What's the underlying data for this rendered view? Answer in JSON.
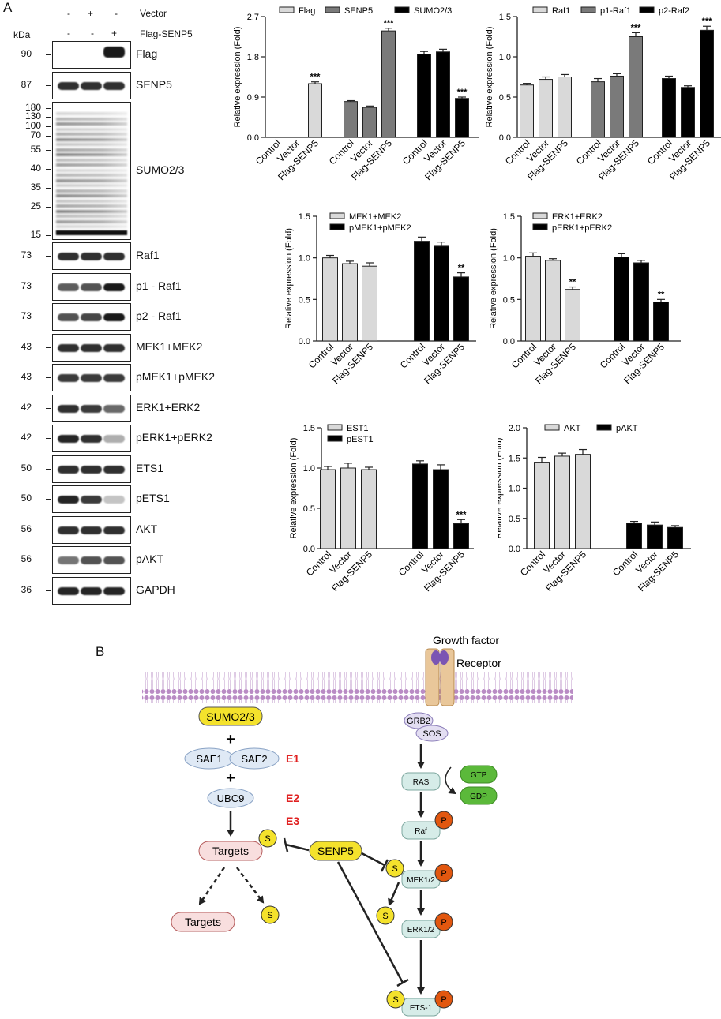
{
  "panel_labels": {
    "a": "A",
    "b": "B"
  },
  "blot": {
    "kda_label": "kDa",
    "rows": [
      {
        "label": "Vector",
        "marks": [
          "-",
          "+",
          "-"
        ]
      },
      {
        "label": "Flag-SENP5",
        "marks": [
          "-",
          "-",
          "+"
        ]
      }
    ],
    "sumo_markers": [
      "180",
      "130",
      "100",
      "70",
      "55",
      "40",
      "35",
      "25",
      "15"
    ],
    "proteins": [
      {
        "mw": "90",
        "name": "Flag"
      },
      {
        "mw": "87",
        "name": "SENP5"
      },
      {
        "mw": "",
        "name": "SUMO2/3"
      },
      {
        "mw": "73",
        "name": "Raf1"
      },
      {
        "mw": "73",
        "name": "p1 - Raf1"
      },
      {
        "mw": "73",
        "name": "p2 - Raf1"
      },
      {
        "mw": "43",
        "name": "MEK1+MEK2"
      },
      {
        "mw": "43",
        "name": "pMEK1+pMEK2"
      },
      {
        "mw": "42",
        "name": "ERK1+ERK2"
      },
      {
        "mw": "42",
        "name": "pERK1+pERK2"
      },
      {
        "mw": "50",
        "name": "ETS1"
      },
      {
        "mw": "50",
        "name": "pETS1"
      },
      {
        "mw": "56",
        "name": "AKT"
      },
      {
        "mw": "56",
        "name": "pAKT"
      },
      {
        "mw": "36",
        "name": "GAPDH"
      }
    ]
  },
  "chart_data": [
    {
      "type": "bar",
      "ylabel": "Relative expression (Fold)",
      "ylim": [
        0,
        2.7
      ],
      "yticks": [
        "0.0",
        "0.9",
        "1.8",
        "2.7"
      ],
      "categories": [
        "Control",
        "Vector",
        "Flag-SENP5"
      ],
      "series": [
        {
          "name": "Flag",
          "values": [
            0,
            0,
            1.2
          ],
          "errors": [
            0,
            0,
            0.04
          ],
          "sig": [
            "",
            "",
            "***"
          ],
          "color": "#d9d9d9"
        },
        {
          "name": "SENP5",
          "values": [
            0.8,
            0.67,
            2.38
          ],
          "errors": [
            0.02,
            0.03,
            0.06
          ],
          "sig": [
            "",
            "",
            "***"
          ],
          "color": "#7a7a7a"
        },
        {
          "name": "SUMO2/3",
          "values": [
            1.86,
            1.91,
            0.87
          ],
          "errors": [
            0.06,
            0.06,
            0.03
          ],
          "sig": [
            "",
            "",
            "***"
          ],
          "color": "#000000"
        }
      ]
    },
    {
      "type": "bar",
      "ylabel": "Relative expression (Fold)",
      "ylim": [
        0,
        1.5
      ],
      "yticks": [
        "0.0",
        "0.5",
        "1.0",
        "1.5"
      ],
      "categories": [
        "Control",
        "Vector",
        "Flag-SENP5"
      ],
      "series": [
        {
          "name": "Raf1",
          "values": [
            0.65,
            0.72,
            0.75
          ],
          "errors": [
            0.02,
            0.03,
            0.03
          ],
          "sig": [
            "",
            "",
            ""
          ],
          "color": "#d9d9d9"
        },
        {
          "name": "p1-Raf1",
          "values": [
            0.69,
            0.76,
            1.25
          ],
          "errors": [
            0.04,
            0.03,
            0.05
          ],
          "sig": [
            "",
            "",
            "***"
          ],
          "color": "#7a7a7a"
        },
        {
          "name": "p2-Raf2",
          "values": [
            0.73,
            0.62,
            1.33
          ],
          "errors": [
            0.03,
            0.02,
            0.05
          ],
          "sig": [
            "",
            "",
            "***"
          ],
          "color": "#000000"
        }
      ]
    },
    {
      "type": "bar",
      "ylabel": "Relative expression (Fold)",
      "ylim": [
        0,
        1.5
      ],
      "yticks": [
        "0.0",
        "0.5",
        "1.0",
        "1.5"
      ],
      "categories": [
        "Control",
        "Vector",
        "Flag-SENP5"
      ],
      "series": [
        {
          "name": "MEK1+MEK2",
          "values": [
            1.0,
            0.93,
            0.9
          ],
          "errors": [
            0.03,
            0.03,
            0.04
          ],
          "sig": [
            "",
            "",
            ""
          ],
          "color": "#d9d9d9"
        },
        {
          "name": "pMEK1+pMEK2",
          "values": [
            1.2,
            1.14,
            0.77
          ],
          "errors": [
            0.05,
            0.05,
            0.05
          ],
          "sig": [
            "",
            "",
            "**"
          ],
          "color": "#000000"
        }
      ]
    },
    {
      "type": "bar",
      "ylabel": "Relative expression (Fold)",
      "ylim": [
        0,
        1.5
      ],
      "yticks": [
        "0.0",
        "0.5",
        "1.0",
        "1.5"
      ],
      "categories": [
        "Control",
        "Vector",
        "Flag-SENP5"
      ],
      "series": [
        {
          "name": "ERK1+ERK2",
          "values": [
            1.02,
            0.97,
            0.62
          ],
          "errors": [
            0.04,
            0.02,
            0.03
          ],
          "sig": [
            "",
            "",
            "**"
          ],
          "color": "#d9d9d9"
        },
        {
          "name": "pERK1+pERK2",
          "values": [
            1.01,
            0.94,
            0.47
          ],
          "errors": [
            0.04,
            0.03,
            0.03
          ],
          "sig": [
            "",
            "",
            "**"
          ],
          "color": "#000000"
        }
      ]
    },
    {
      "type": "bar",
      "ylabel": "Relative expression (Fold)",
      "ylim": [
        0,
        1.5
      ],
      "yticks": [
        "0.0",
        "0.5",
        "1.0",
        "1.5"
      ],
      "categories": [
        "Control",
        "Vector",
        "Flag-SENP5"
      ],
      "series": [
        {
          "name": "EST1",
          "values": [
            0.98,
            1.0,
            0.98
          ],
          "errors": [
            0.04,
            0.06,
            0.03
          ],
          "sig": [
            "",
            "",
            ""
          ],
          "color": "#d9d9d9"
        },
        {
          "name": "pEST1",
          "values": [
            1.05,
            0.98,
            0.31
          ],
          "errors": [
            0.04,
            0.06,
            0.05
          ],
          "sig": [
            "",
            "",
            "***"
          ],
          "color": "#000000"
        }
      ]
    },
    {
      "type": "bar",
      "ylabel": "Relative expression (Fold)",
      "ylim": [
        0,
        2.0
      ],
      "yticks": [
        "0.0",
        "0.5",
        "1.0",
        "1.5",
        "2.0"
      ],
      "categories": [
        "Control",
        "Vector",
        "Flag-SENP5"
      ],
      "series": [
        {
          "name": "AKT",
          "values": [
            1.43,
            1.53,
            1.56
          ],
          "errors": [
            0.08,
            0.05,
            0.08
          ],
          "sig": [
            "",
            "",
            ""
          ],
          "color": "#d9d9d9"
        },
        {
          "name": "pAKT",
          "values": [
            0.42,
            0.39,
            0.35
          ],
          "errors": [
            0.03,
            0.05,
            0.03
          ],
          "sig": [
            "",
            "",
            ""
          ],
          "color": "#000000"
        }
      ]
    }
  ],
  "diagram": {
    "growth_factor": "Growth factor",
    "receptor": "Receptor",
    "sumo": "SUMO2/3",
    "plus": "+",
    "sae1": "SAE1",
    "sae2": "SAE2",
    "e1": "E1",
    "ubc9": "UBC9",
    "e2": "E2",
    "e3": "E3",
    "targets": "Targets",
    "s": "S",
    "p": "P",
    "senp5": "SENP5",
    "grb2": "GRB2",
    "sos": "SOS",
    "ras": "RAS",
    "gtp": "GTP",
    "gdp": "GDP",
    "raf": "Raf",
    "mek": "MEK1/2",
    "erk": "ERK1/2",
    "ets": "ETS-1",
    "colors": {
      "membrane": "#b98bc4",
      "receptor": "#e9c79a",
      "sumo": "#f4e22c",
      "target": "#f8dede",
      "node": "#d6ece8",
      "phospho": "#e2570f",
      "gtp": "#5bb93a",
      "e_label": "#e02020",
      "adaptor": "#e3def2"
    }
  }
}
